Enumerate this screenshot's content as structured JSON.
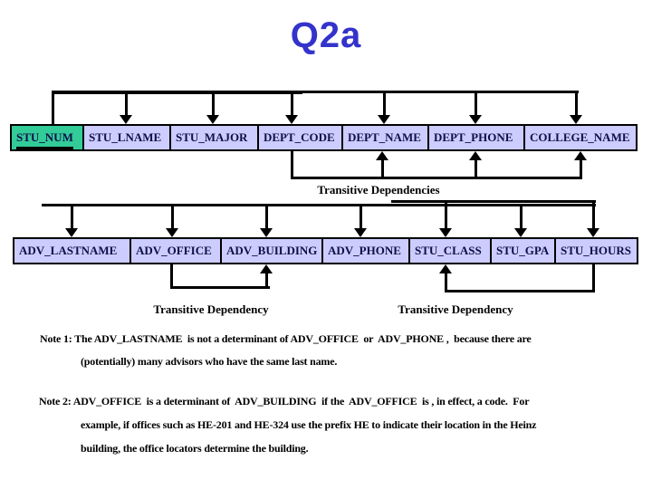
{
  "slide": {
    "title": "Q2a"
  },
  "colors": {
    "title_blue": "#3333CC",
    "primary_key_green": "#33CC99",
    "attribute_lavender": "#CCCCFF",
    "line_black": "#000000"
  },
  "diagram": {
    "row1": {
      "fields": [
        "STU_NUM",
        "STU_LNAME",
        "STU_MAJOR",
        "DEPT_CODE",
        "DEPT_NAME",
        "DEPT_PHONE",
        "COLLEGE_NAME"
      ],
      "primary_key": "STU_NUM",
      "transitive_label": "Transitive Dependencies"
    },
    "row2": {
      "fields": [
        "ADV_LASTNAME",
        "ADV_OFFICE",
        "ADV_BUILDING",
        "ADV_PHONE",
        "STU_CLASS",
        "STU_GPA",
        "STU_HOURS"
      ],
      "transitive_label_left": "Transitive Dependency",
      "transitive_label_right": "Transitive Dependency"
    }
  },
  "notes": {
    "note1": {
      "line1": "Note 1: The ADV_LASTNAME  is not a determinant of ADV_OFFICE  or  ADV_PHONE ,  because there are",
      "line2": "(potentially) many advisors who have the same last name."
    },
    "note2": {
      "line1": "Note 2: ADV_OFFICE  is a determinant of  ADV_BUILDING  if the  ADV_OFFICE  is , in effect, a code.  For",
      "line2": "example, if offices such as HE-201 and HE-324 use the prefix HE to indicate their location in the Heinz",
      "line3": "building, the office locators determine the building."
    }
  }
}
